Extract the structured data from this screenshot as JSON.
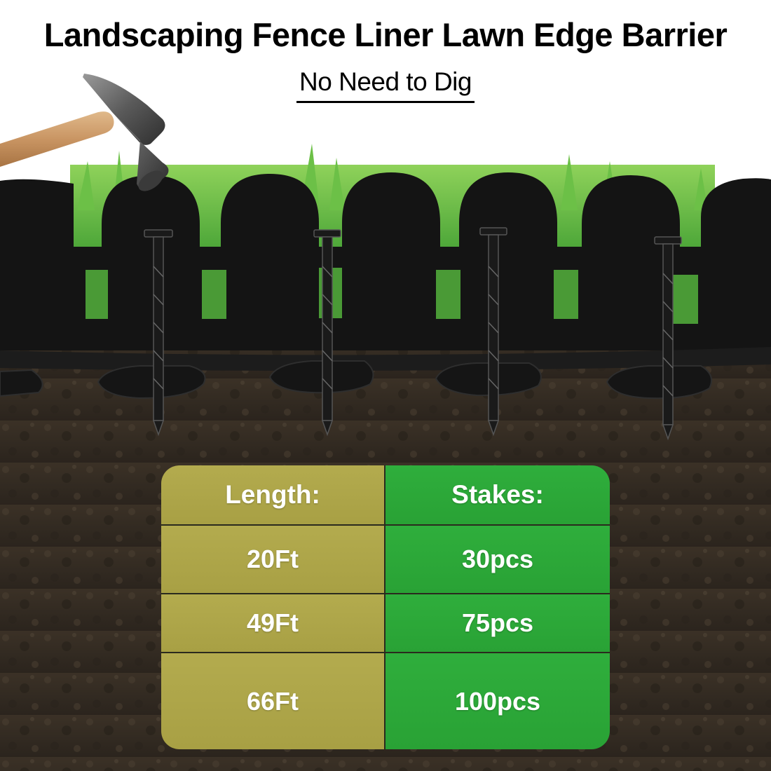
{
  "title": "Landscaping Fence Liner Lawn Edge Barrier",
  "subtitle": "No Need to Dig",
  "spec_table": {
    "headers": [
      "Length:",
      "Stakes:"
    ],
    "rows": [
      [
        "20Ft",
        "30pcs"
      ],
      [
        "49Ft",
        "75pcs"
      ],
      [
        "66Ft",
        "100pcs"
      ]
    ]
  }
}
